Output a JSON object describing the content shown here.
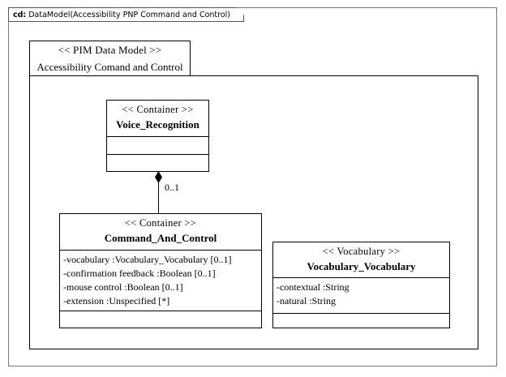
{
  "frame": {
    "kind_label": "cd:",
    "title": "DataModel(Accessibility PNP Command and Control)"
  },
  "package": {
    "stereotype": "<< PIM Data Model >>",
    "name": "Accessibility Comand and Control"
  },
  "classes": [
    {
      "id": "voice-recognition",
      "stereotype": "<< Container >>",
      "name": "Voice_Recognition",
      "attributes": [],
      "operations": []
    },
    {
      "id": "command-and-control",
      "stereotype": "<< Container >>",
      "name": "Command_And_Control",
      "attributes": [
        "-vocabulary :Vocabulary_Vocabulary  [0..1]",
        "-confirmation feedback   :Boolean [0..1]",
        "-mouse control :Boolean [0..1]",
        "-extension :Unspecified [*]"
      ],
      "operations": []
    },
    {
      "id": "vocabulary-vocabulary",
      "stereotype": "<< Vocabulary >>",
      "name": "Vocabulary_Vocabulary",
      "attributes": [
        "-contextual :String",
        "-natural :String"
      ],
      "operations": []
    }
  ],
  "associations": [
    {
      "id": "voice-recognition-to-command-and-control",
      "type": "composition",
      "source": "Voice_Recognition",
      "target": "Command_And_Control",
      "source_multiplicity": "0..1"
    }
  ],
  "colors": {
    "line": "#000000",
    "frame_line": "#777777",
    "background": "#ffffff"
  }
}
